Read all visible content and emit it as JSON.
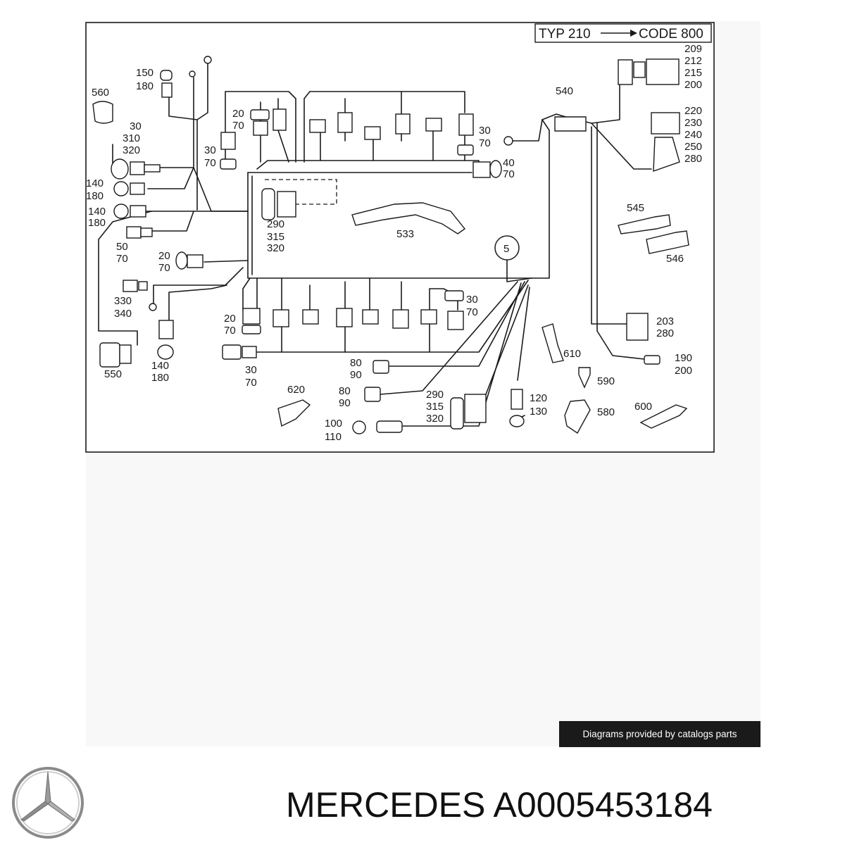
{
  "diagram": {
    "header": {
      "typ": "TYP 210",
      "code": "CODE 800"
    },
    "labels": [
      {
        "id": "l-560",
        "lines": [
          "560"
        ]
      },
      {
        "id": "l-150",
        "lines": [
          "150",
          "180"
        ]
      },
      {
        "id": "l-30a",
        "lines": [
          "30",
          "310",
          "320"
        ]
      },
      {
        "id": "l-140a",
        "lines": [
          "140",
          "180"
        ]
      },
      {
        "id": "l-140b",
        "lines": [
          "140",
          "180"
        ]
      },
      {
        "id": "l-50",
        "lines": [
          "50",
          "70"
        ]
      },
      {
        "id": "l-20a",
        "lines": [
          "20",
          "70"
        ]
      },
      {
        "id": "l-330",
        "lines": [
          "330",
          "340"
        ]
      },
      {
        "id": "l-550",
        "lines": [
          "550"
        ]
      },
      {
        "id": "l-140c",
        "lines": [
          "140",
          "180"
        ]
      },
      {
        "id": "l-20b",
        "lines": [
          "20",
          "70"
        ]
      },
      {
        "id": "l-30b",
        "lines": [
          "30",
          "70"
        ]
      },
      {
        "id": "l-20c",
        "lines": [
          "20",
          "70"
        ]
      },
      {
        "id": "l-30c",
        "lines": [
          "30",
          "70"
        ]
      },
      {
        "id": "l-30d",
        "lines": [
          "30",
          "70"
        ]
      },
      {
        "id": "l-40",
        "lines": [
          "40",
          "70"
        ]
      },
      {
        "id": "l-290a",
        "lines": [
          "290",
          "315",
          "320"
        ]
      },
      {
        "id": "l-533",
        "lines": [
          "533"
        ]
      },
      {
        "id": "l-5",
        "lines": [
          "5"
        ]
      },
      {
        "id": "l-30e",
        "lines": [
          "30",
          "70"
        ]
      },
      {
        "id": "l-30f",
        "lines": [
          "30",
          "70"
        ]
      },
      {
        "id": "l-80a",
        "lines": [
          "80",
          "90"
        ]
      },
      {
        "id": "l-80b",
        "lines": [
          "80",
          "90"
        ]
      },
      {
        "id": "l-620",
        "lines": [
          "620"
        ]
      },
      {
        "id": "l-100",
        "lines": [
          "100",
          "110"
        ]
      },
      {
        "id": "l-290b",
        "lines": [
          "290",
          "315",
          "320"
        ]
      },
      {
        "id": "l-120",
        "lines": [
          "120",
          "130"
        ]
      },
      {
        "id": "l-540",
        "lines": [
          "540"
        ]
      },
      {
        "id": "l-209",
        "lines": [
          "209",
          "212",
          "215",
          "200"
        ]
      },
      {
        "id": "l-220",
        "lines": [
          "220",
          "230",
          "240",
          "250",
          "280"
        ]
      },
      {
        "id": "l-545",
        "lines": [
          "545"
        ]
      },
      {
        "id": "l-546",
        "lines": [
          "546"
        ]
      },
      {
        "id": "l-203",
        "lines": [
          "203",
          "280"
        ]
      },
      {
        "id": "l-190",
        "lines": [
          "190",
          "200"
        ]
      },
      {
        "id": "l-610",
        "lines": [
          "610"
        ]
      },
      {
        "id": "l-590",
        "lines": [
          "590"
        ]
      },
      {
        "id": "l-580",
        "lines": [
          "580"
        ]
      },
      {
        "id": "l-600",
        "lines": [
          "600"
        ]
      }
    ]
  },
  "credit": "Diagrams provided by catalogs parts",
  "product": {
    "brand": "MERCEDES",
    "part_number": "A0005453184",
    "logo": "mercedes-star-icon"
  }
}
